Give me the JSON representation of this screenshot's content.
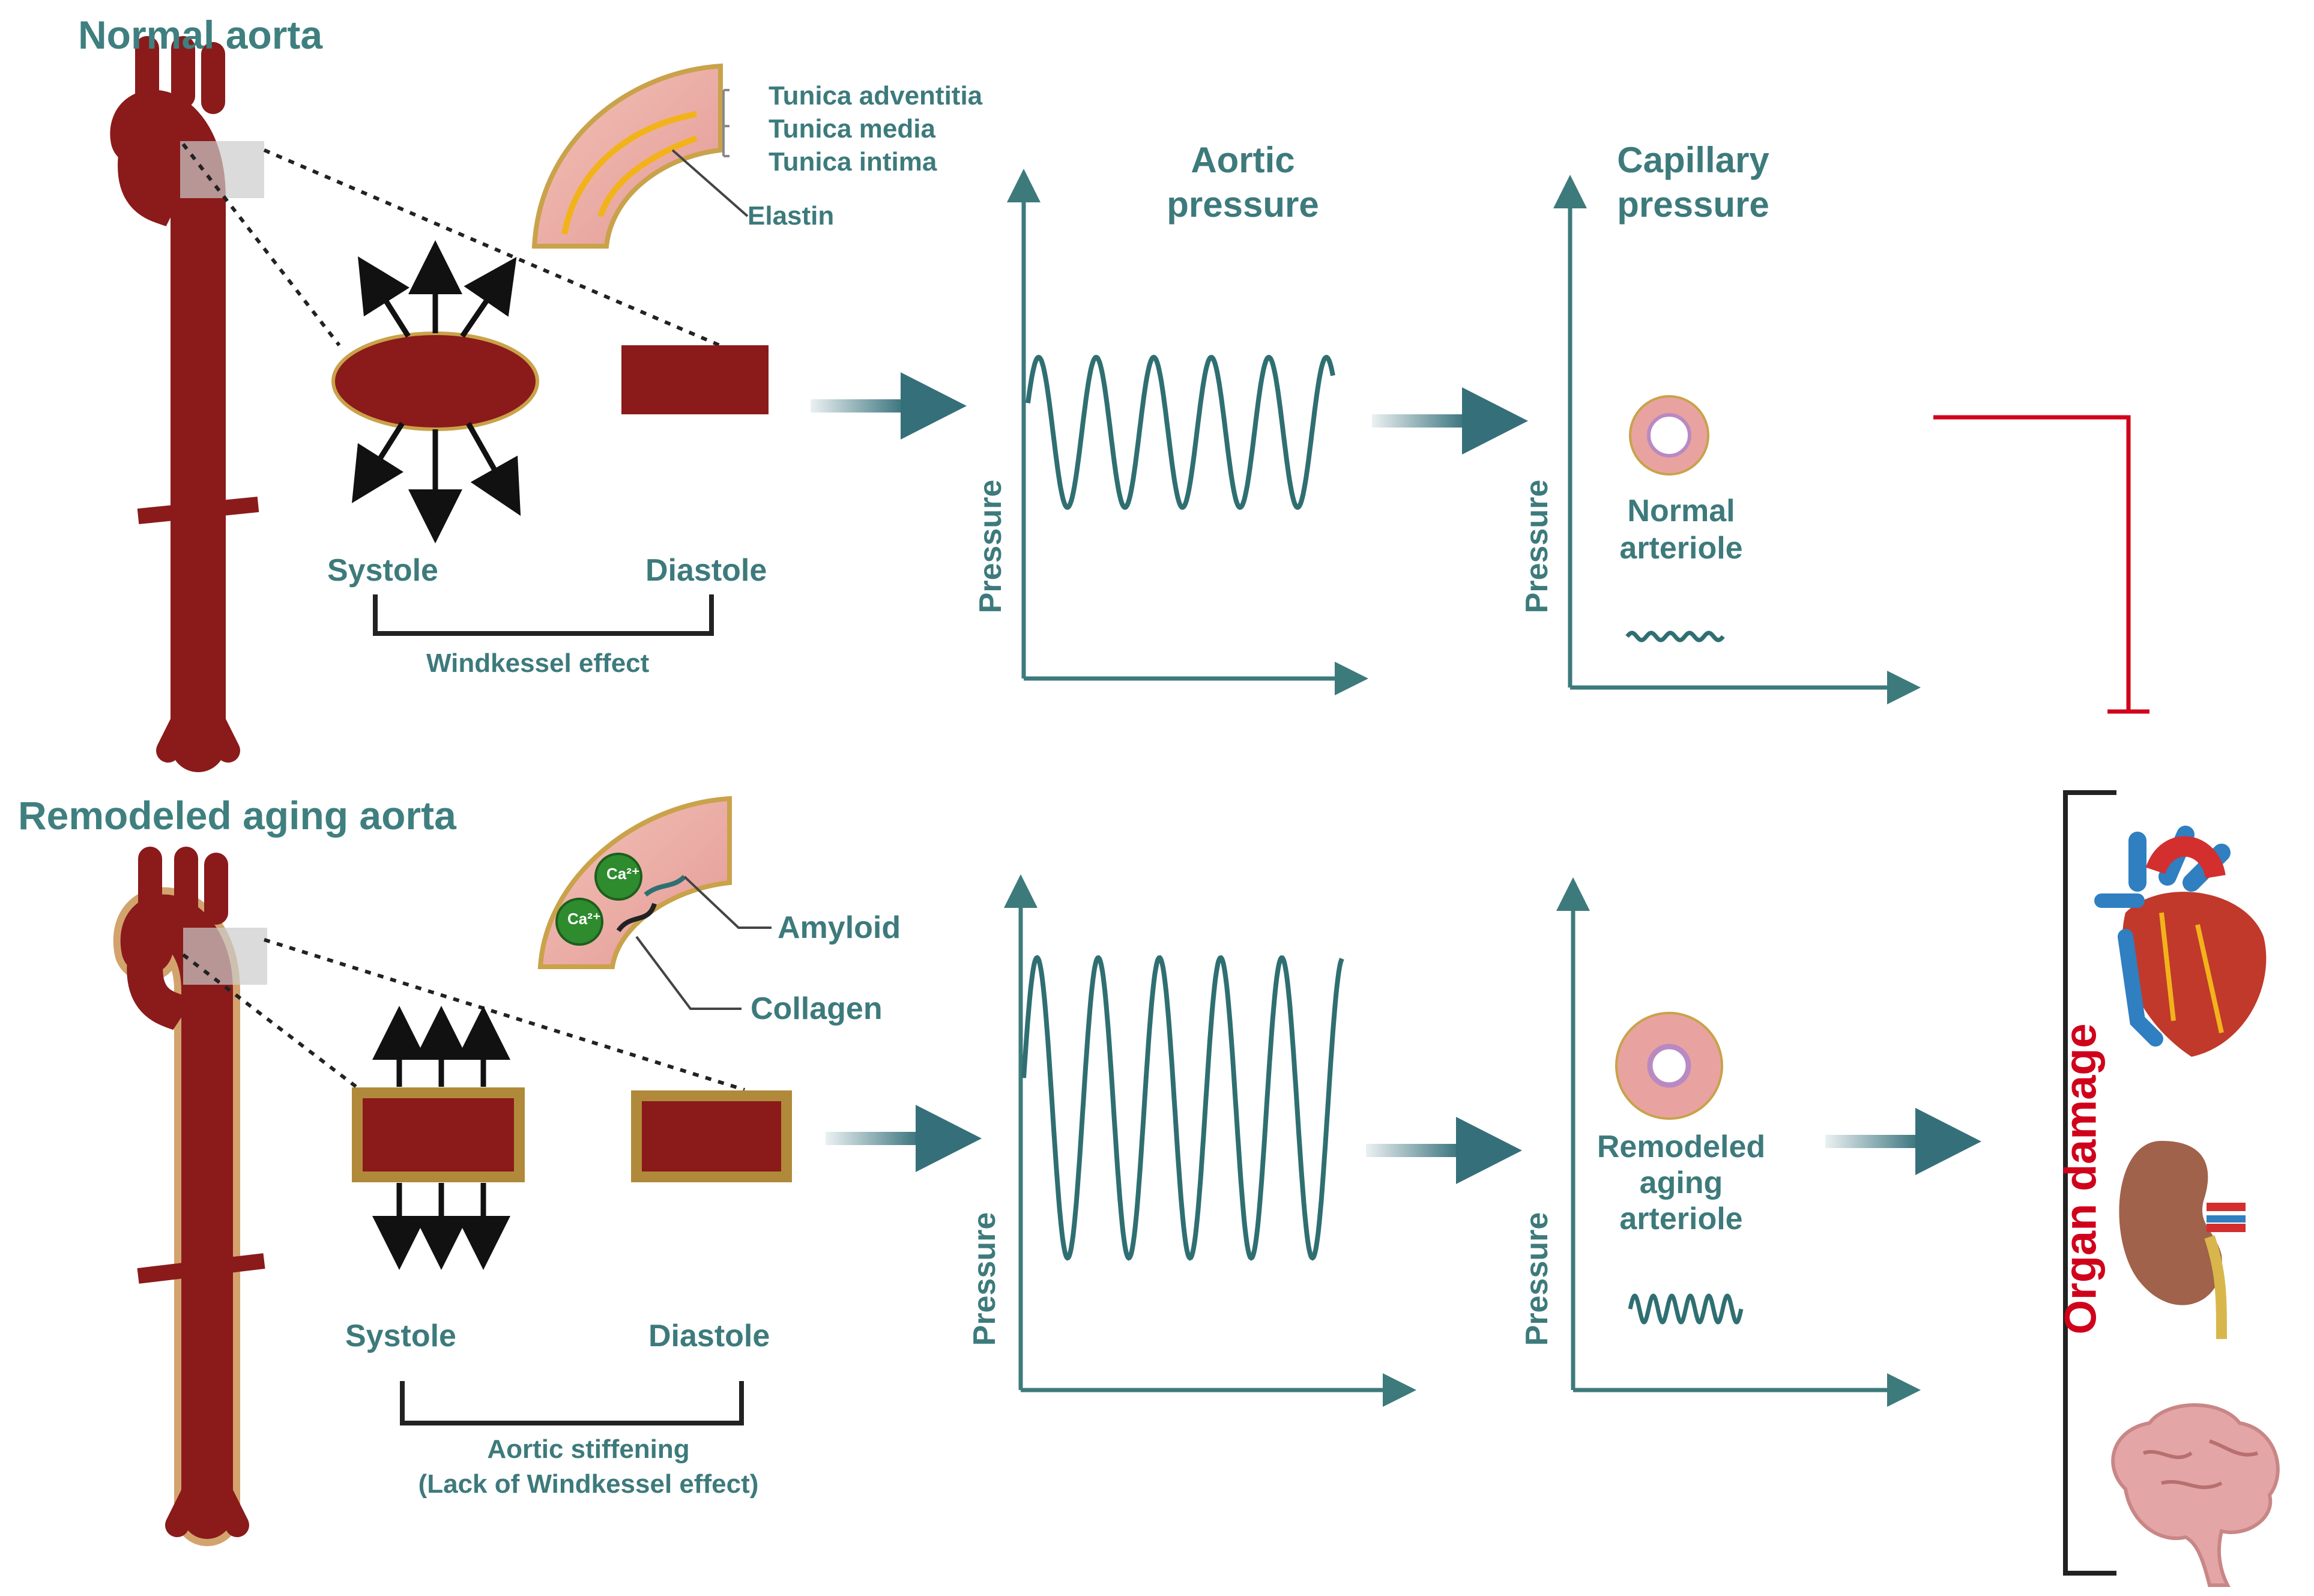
{
  "top": {
    "title": "Normal aorta",
    "layers": [
      "Tunica adventitia",
      "Tunica media",
      "Tunica intima"
    ],
    "fiber_label": "Elastin",
    "phase_left": "Systole",
    "phase_right": "Diastole",
    "effect": "Windkessel effect",
    "aortic_chart_title_line1": "Aortic",
    "aortic_chart_title_line2": "pressure",
    "capillary_chart_title_line1": "Capillary",
    "capillary_chart_title_line2": "pressure",
    "y_axis_label": "Pressure",
    "arteriole_line1": "Normal",
    "arteriole_line2": "arteriole"
  },
  "bottom": {
    "title": "Remodeled aging aorta",
    "ion_label": "Ca²⁺",
    "deposit_label_1": "Amyloid",
    "deposit_label_2": "Collagen",
    "phase_left": "Systole",
    "phase_right": "Diastole",
    "effect_line1": "Aortic stiffening",
    "effect_line2": "(Lack of Windkessel effect)",
    "y_axis_label": "Pressure",
    "arteriole_line1": "Remodeled",
    "arteriole_line2": "aging",
    "arteriole_line3": "arteriole"
  },
  "outcome": {
    "label": "Organ damage",
    "organs": [
      "heart-icon",
      "kidney-icon",
      "brain-icon"
    ]
  },
  "colors": {
    "teal": "#3d7a7c",
    "arrow": "#35707a",
    "aorta": "#8b1a1a",
    "stiff_wall": "#b08a3a",
    "inhibition": "#d0021b"
  }
}
